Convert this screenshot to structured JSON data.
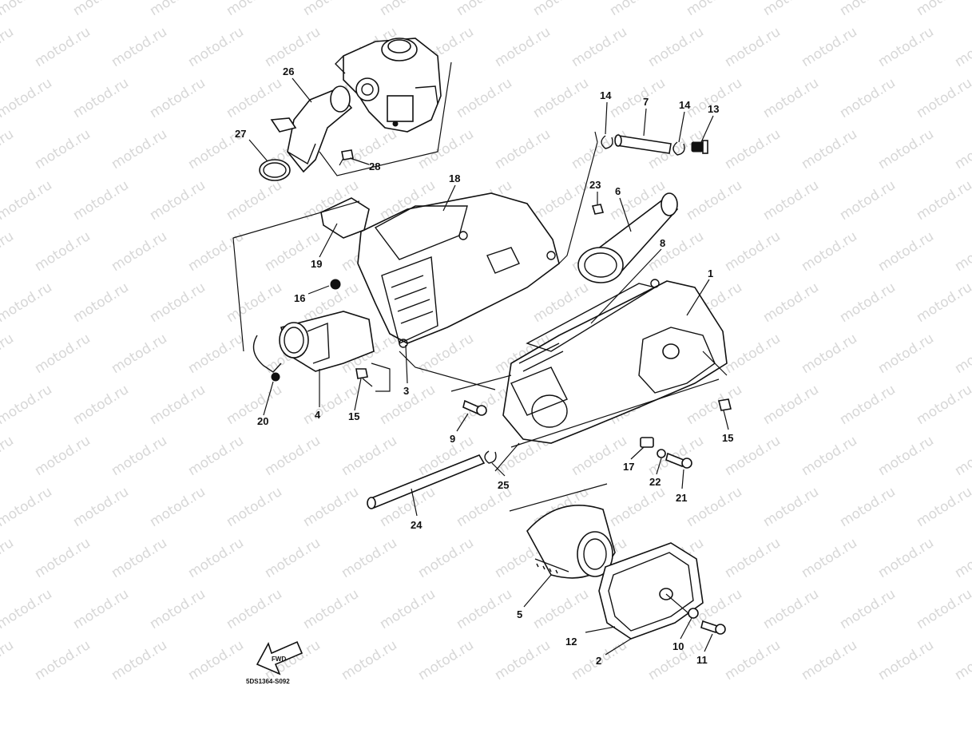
{
  "watermark": {
    "text": "motod.ru",
    "color": "#d7d7d7"
  },
  "diagram_code": "5DS1364-S092",
  "fwd_marker": "FWD",
  "part_labels": [
    {
      "id": "26",
      "text": "26"
    },
    {
      "id": "27",
      "text": "27"
    },
    {
      "id": "28",
      "text": "28"
    },
    {
      "id": "18",
      "text": "18"
    },
    {
      "id": "19",
      "text": "19"
    },
    {
      "id": "16",
      "text": "16"
    },
    {
      "id": "20",
      "text": "20"
    },
    {
      "id": "4",
      "text": "4"
    },
    {
      "id": "15a",
      "text": "15"
    },
    {
      "id": "3",
      "text": "3"
    },
    {
      "id": "14a",
      "text": "14"
    },
    {
      "id": "7",
      "text": "7"
    },
    {
      "id": "14b",
      "text": "14"
    },
    {
      "id": "13",
      "text": "13"
    },
    {
      "id": "23",
      "text": "23"
    },
    {
      "id": "6",
      "text": "6"
    },
    {
      "id": "8",
      "text": "8"
    },
    {
      "id": "1",
      "text": "1"
    },
    {
      "id": "15b",
      "text": "15"
    },
    {
      "id": "9",
      "text": "9"
    },
    {
      "id": "17",
      "text": "17"
    },
    {
      "id": "22",
      "text": "22"
    },
    {
      "id": "21",
      "text": "21"
    },
    {
      "id": "25",
      "text": "25"
    },
    {
      "id": "24",
      "text": "24"
    },
    {
      "id": "5",
      "text": "5"
    },
    {
      "id": "12",
      "text": "12"
    },
    {
      "id": "2",
      "text": "2"
    },
    {
      "id": "10",
      "text": "10"
    },
    {
      "id": "11",
      "text": "11"
    }
  ]
}
